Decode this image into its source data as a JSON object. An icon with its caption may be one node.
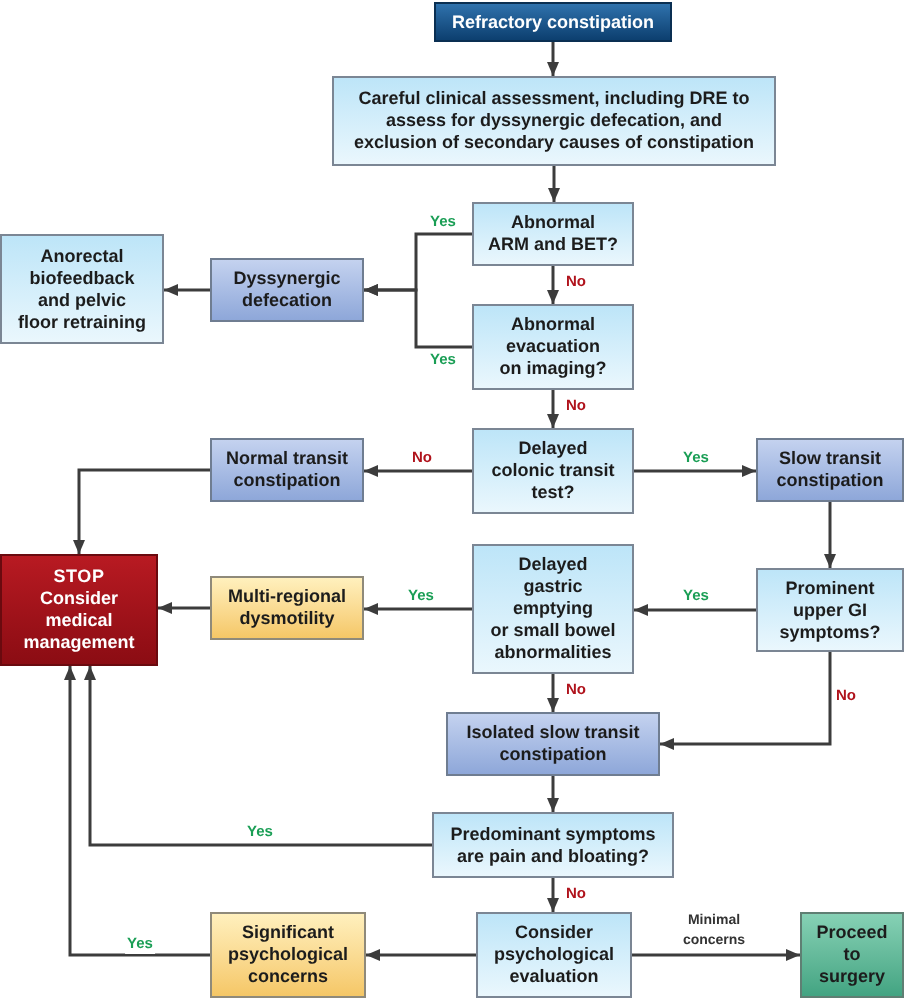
{
  "diagram": {
    "nodes": [
      {
        "text": [
          "Refractory constipation"
        ]
      },
      {
        "text": [
          "Careful clinical assessment, including DRE to assess for dyssynergic defecation, and exclusion of secondary causes of constipation"
        ]
      },
      {
        "text": [
          "Abnormal ARM and BET?"
        ]
      },
      {
        "text": [
          "Anorectal biofeedback and pelvic floor retraining"
        ]
      },
      {
        "text": [
          "Dyssynergic defecation"
        ]
      },
      {
        "text": [
          "Abnormal evacuation on imaging?"
        ]
      },
      {
        "text": [
          "Delayed colonic transit test?"
        ]
      },
      {
        "text": [
          "Normal transit constipation"
        ]
      },
      {
        "text": [
          "Slow transit constipation"
        ]
      },
      {
        "text": [
          "STOP",
          "Consider medical management"
        ]
      },
      {
        "text": [
          "Multi-regional dysmotility"
        ]
      },
      {
        "text": [
          "Delayed gastric emptying or small bowel abnormalities"
        ]
      },
      {
        "text": [
          "Prominent upper GI symptoms?"
        ]
      },
      {
        "text": [
          "Isolated slow transit constipation"
        ]
      },
      {
        "text": [
          "Predominant symptoms are pain and bloating?"
        ]
      },
      {
        "text": [
          "Significant psychological concerns"
        ]
      },
      {
        "text": [
          "Consider psychological evaluation"
        ]
      },
      {
        "text": [
          "Proceed to surgery"
        ]
      }
    ],
    "edges": [
      {
        "from": 0,
        "to": 1,
        "arrow": "to"
      },
      {
        "from": 1,
        "to": 2,
        "arrow": "to"
      },
      {
        "from": 2,
        "to": 4,
        "arrow": "to",
        "label": "Yes"
      },
      {
        "from": 5,
        "to": 4,
        "arrow": "to",
        "label": "Yes"
      },
      {
        "from": 4,
        "to": 3,
        "arrow": "to"
      },
      {
        "from": 2,
        "to": 5,
        "arrow": "to",
        "label": "No"
      },
      {
        "from": 5,
        "to": 6,
        "arrow": "to",
        "label": "No"
      },
      {
        "from": 6,
        "to": 7,
        "arrow": "to",
        "label": "No"
      },
      {
        "from": 6,
        "to": 8,
        "arrow": "to",
        "label": "Yes"
      },
      {
        "from": 7,
        "to": 9,
        "arrow": "to"
      },
      {
        "from": 8,
        "to": 12,
        "arrow": "to"
      },
      {
        "from": 12,
        "to": 11,
        "arrow": "to",
        "label": "Yes"
      },
      {
        "from": 11,
        "to": 10,
        "arrow": "to",
        "label": "Yes"
      },
      {
        "from": 10,
        "to": 9,
        "arrow": "to"
      },
      {
        "from": 11,
        "to": 13,
        "arrow": "to",
        "label": "No"
      },
      {
        "from": 12,
        "to": 13,
        "arrow": "to",
        "label": "No"
      },
      {
        "from": 13,
        "to": 14,
        "arrow": "to"
      },
      {
        "from": 14,
        "to": 9,
        "arrow": "to",
        "label": "Yes"
      },
      {
        "from": 14,
        "to": 16,
        "arrow": "to",
        "label": "No"
      },
      {
        "from": 16,
        "to": 15,
        "arrow": "to"
      },
      {
        "from": 15,
        "to": 9,
        "arrow": "to",
        "label": "Yes"
      },
      {
        "from": 16,
        "to": 17,
        "arrow": "to",
        "label": "Minimal concerns"
      }
    ]
  }
}
